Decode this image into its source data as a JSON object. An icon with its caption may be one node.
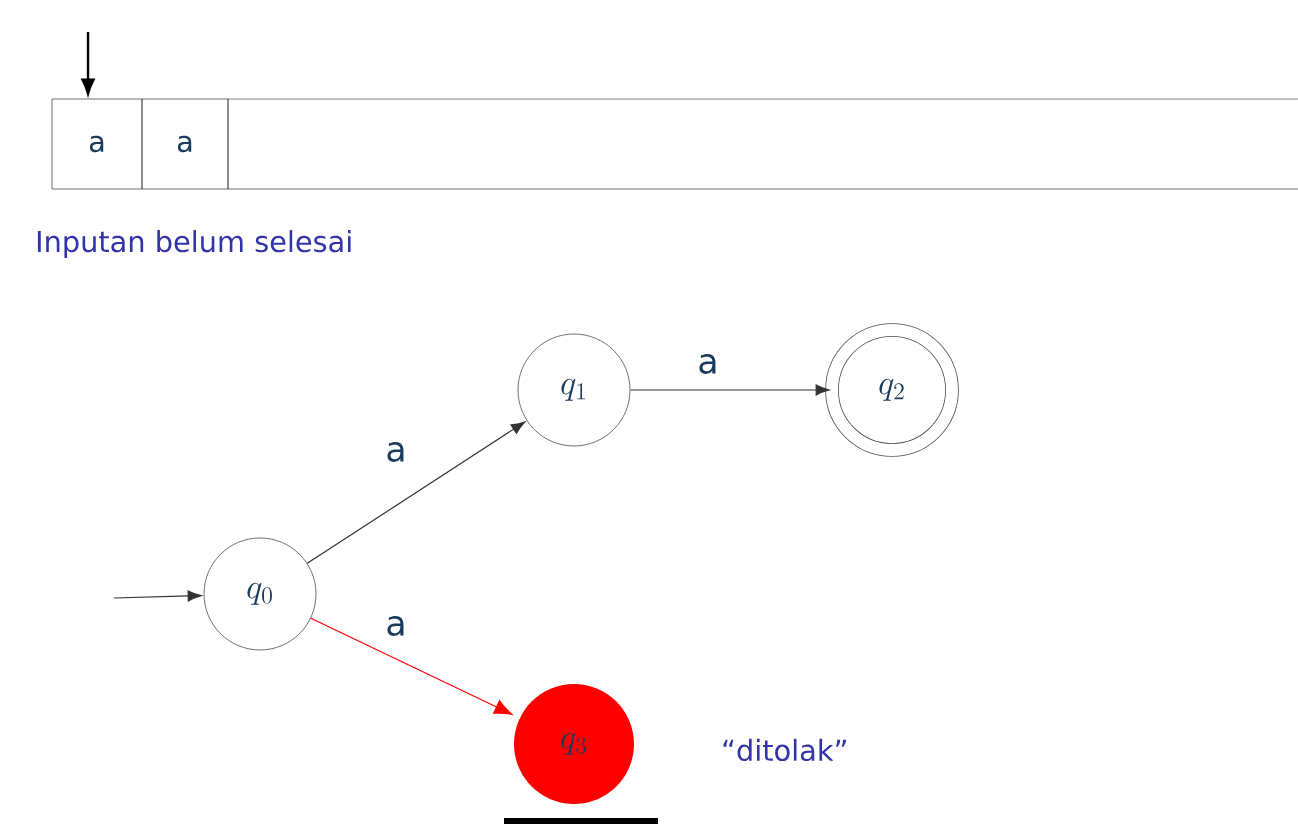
{
  "diagram": {
    "nodes": [
      {
        "text": [
          "a"
        ]
      },
      {
        "text": [
          "a"
        ]
      },
      {
        "text": [],
        "shape": "box"
      },
      {
        "text": [
          "q_0"
        ]
      },
      {
        "text": [
          "q_1"
        ]
      },
      {
        "text": [
          "q_2"
        ]
      },
      {
        "text": [
          "q_3"
        ]
      }
    ],
    "edges": [
      {
        "from": null,
        "to": 0,
        "arrow": "to"
      },
      {
        "from": null,
        "to": 3,
        "arrow": "to"
      },
      {
        "from": 3,
        "to": 4,
        "arrow": "to",
        "label": "a"
      },
      {
        "from": 4,
        "to": 5,
        "arrow": "to",
        "label": "a"
      },
      {
        "from": 3,
        "to": 6,
        "arrow": "to",
        "label": "a",
        "color": "#ff0000"
      }
    ],
    "labels": [
      "Inputan belum selesai",
      "“ditolak”"
    ]
  }
}
